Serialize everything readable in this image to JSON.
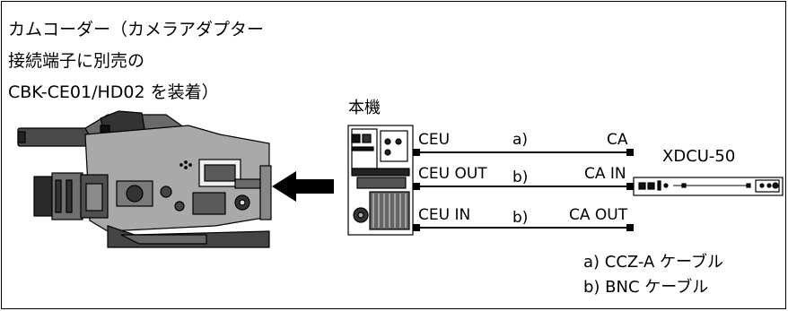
{
  "camcorder_caption": [
    "カムコーダー（カメラアダプター",
    "接続端子に別売の",
    "CBK-CE01/HD02 を装着）"
  ],
  "unit_label": "本機",
  "xdcu_label": "XDCU-50",
  "connections": [
    {
      "left": "CEU",
      "cable": "a)",
      "right": "CA"
    },
    {
      "left": "CEU OUT",
      "cable": "b)",
      "right": "CA IN"
    },
    {
      "left": "CEU IN",
      "cable": "b)",
      "right": "CA OUT"
    }
  ],
  "legend": [
    "a) CCZ-A ケーブル",
    "b) BNC ケーブル"
  ]
}
